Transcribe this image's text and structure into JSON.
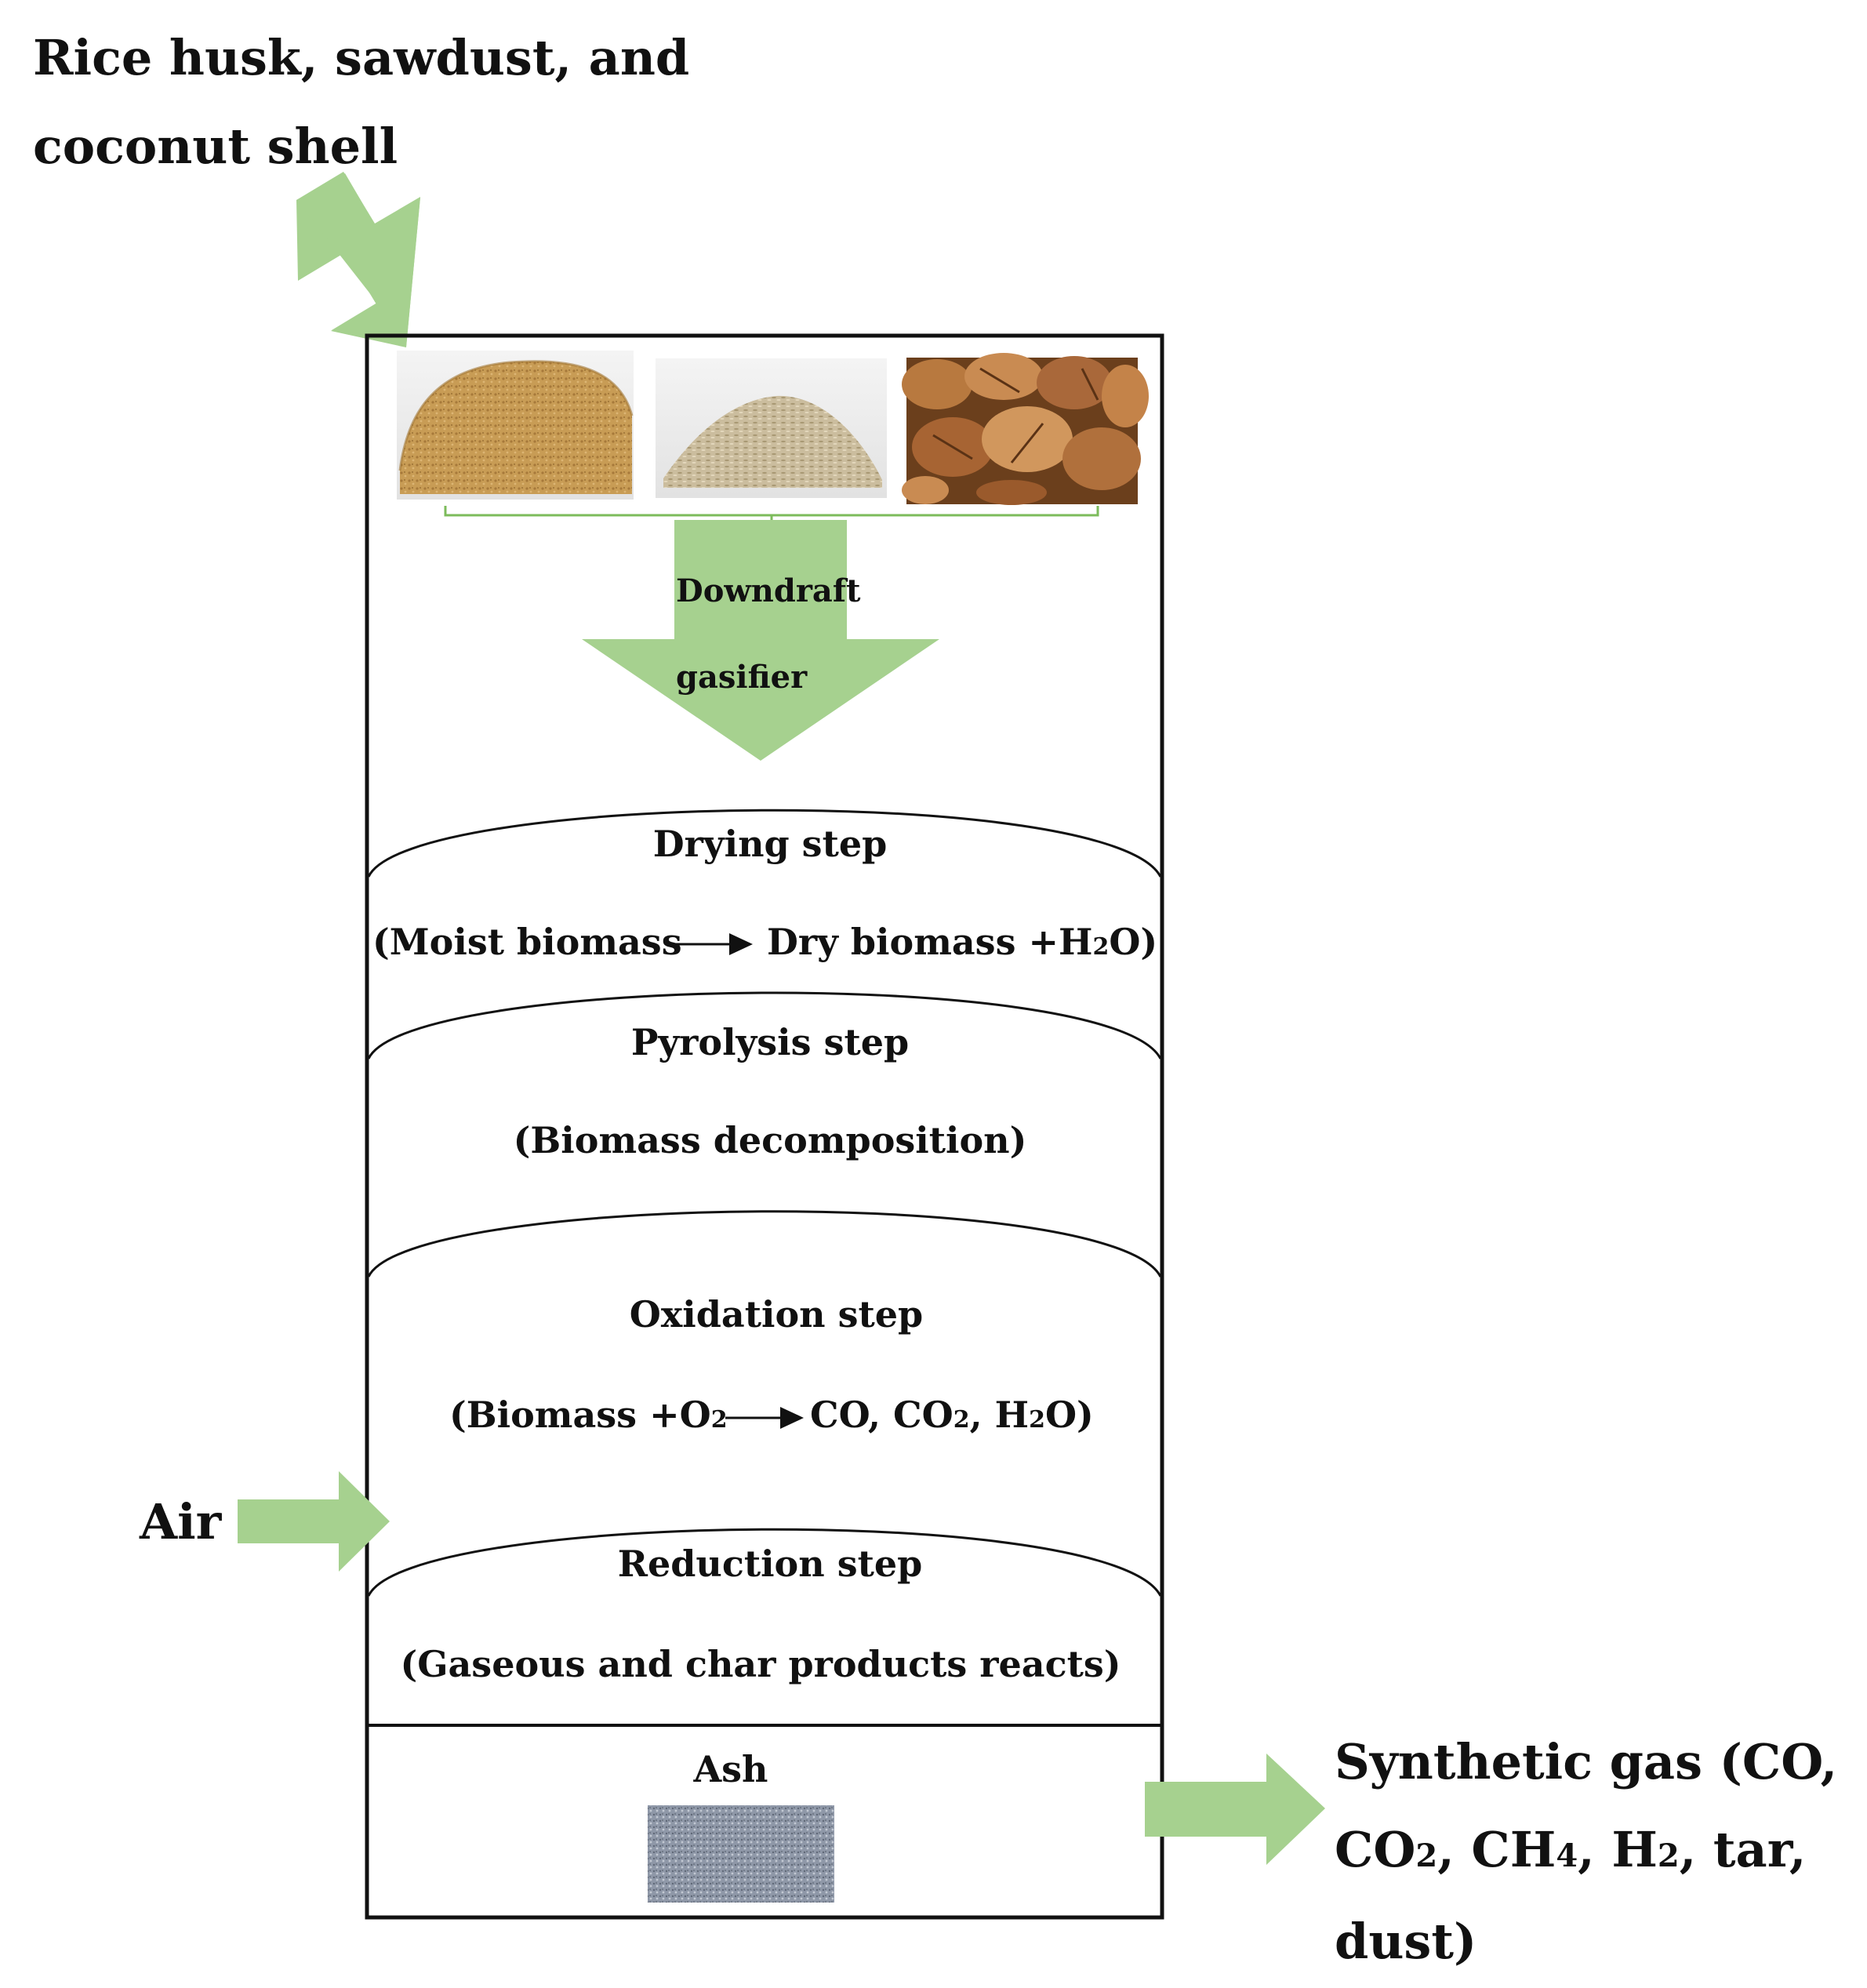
{
  "feedstock_label_line1": "Rice husk, sawdust, and",
  "feedstock_label_line2": "coconut shell",
  "gasifier_label_line1": "Downdraft",
  "gasifier_label_line2": "gasifier",
  "steps": [
    {
      "title": "Drying step"
    },
    {
      "title": "Pyrolysis step",
      "detail": "(Biomass decomposition)"
    },
    {
      "title": "Oxidation step"
    },
    {
      "title": "Reduction step",
      "detail": "(Gaseous and char products reacts)"
    }
  ],
  "drying_reaction": {
    "left": "(Moist biomass",
    "right_a": "Dry biomass +H",
    "right_sub": "2",
    "right_b": "O)"
  },
  "oxidation_reaction": {
    "left_a": "(Biomass +O",
    "left_sub": "2",
    "right_a": "CO, CO",
    "right_sub1": "2",
    "right_b": ", H",
    "right_sub2": "2",
    "right_c": "O)"
  },
  "ash_label": "Ash",
  "air_label": "Air",
  "output_label": {
    "line1": "Synthetic gas (CO,",
    "line2_a": "CO",
    "line2_sub1": "2",
    "line2_b": ", CH",
    "line2_sub2": "4",
    "line2_c": ", H",
    "line2_sub3": "2",
    "line2_d": ", tar,",
    "line3": "dust)"
  },
  "icons": [
    "sawdust-photo",
    "rice-husk-photo",
    "coconut-shell-photo",
    "ash-photo",
    "green-arrow-icon"
  ],
  "colors": {
    "arrow_green": "#a6d18f",
    "bracket_green": "#7cbb5b",
    "outline": "#111111"
  }
}
